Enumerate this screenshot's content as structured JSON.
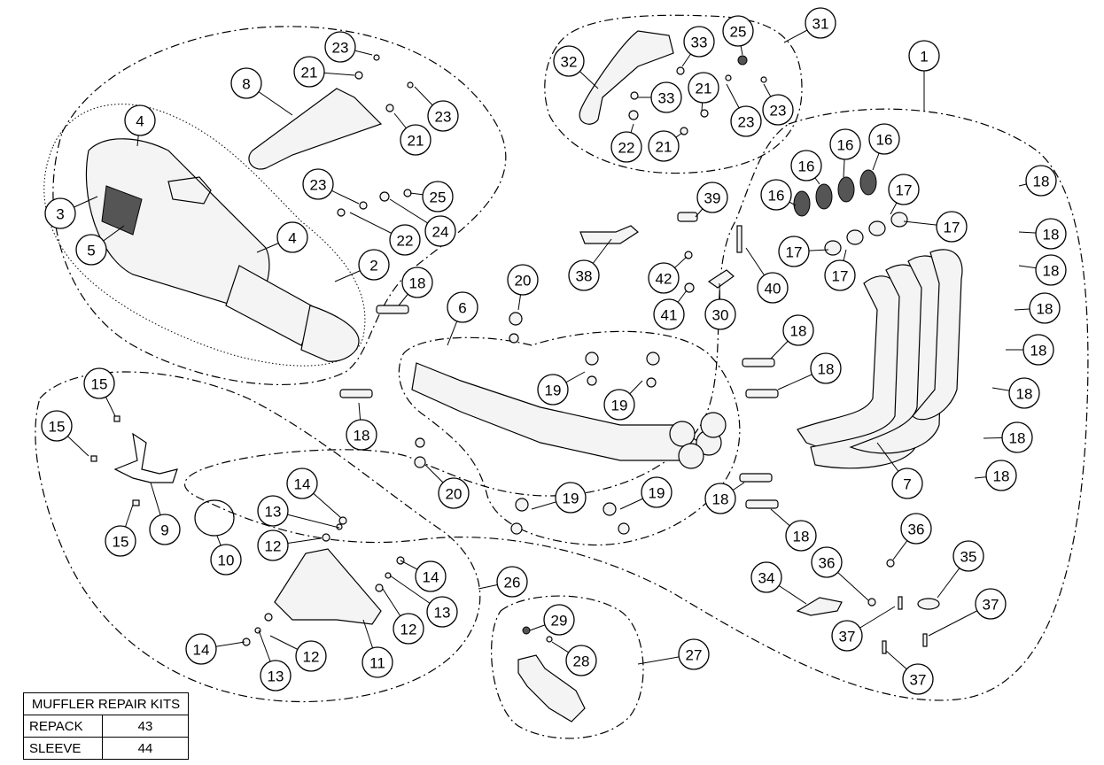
{
  "callouts": [
    {
      "label": "1"
    },
    {
      "label": "2"
    },
    {
      "label": "3"
    },
    {
      "label": "4"
    },
    {
      "label": "4"
    },
    {
      "label": "5"
    },
    {
      "label": "6"
    },
    {
      "label": "7"
    },
    {
      "label": "8"
    },
    {
      "label": "9"
    },
    {
      "label": "10"
    },
    {
      "label": "11"
    },
    {
      "label": "12"
    },
    {
      "label": "12"
    },
    {
      "label": "12"
    },
    {
      "label": "13"
    },
    {
      "label": "13"
    },
    {
      "label": "13"
    },
    {
      "label": "14"
    },
    {
      "label": "14"
    },
    {
      "label": "14"
    },
    {
      "label": "15"
    },
    {
      "label": "15"
    },
    {
      "label": "15"
    },
    {
      "label": "16"
    },
    {
      "label": "16"
    },
    {
      "label": "16"
    },
    {
      "label": "16"
    },
    {
      "label": "17"
    },
    {
      "label": "17"
    },
    {
      "label": "17"
    },
    {
      "label": "17"
    },
    {
      "label": "18"
    },
    {
      "label": "18"
    },
    {
      "label": "18"
    },
    {
      "label": "18"
    },
    {
      "label": "18"
    },
    {
      "label": "18"
    },
    {
      "label": "18"
    },
    {
      "label": "18"
    },
    {
      "label": "18"
    },
    {
      "label": "18"
    },
    {
      "label": "18"
    },
    {
      "label": "18"
    },
    {
      "label": "18"
    },
    {
      "label": "18"
    },
    {
      "label": "19"
    },
    {
      "label": "19"
    },
    {
      "label": "19"
    },
    {
      "label": "19"
    },
    {
      "label": "20"
    },
    {
      "label": "20"
    },
    {
      "label": "21"
    },
    {
      "label": "21"
    },
    {
      "label": "21"
    },
    {
      "label": "21"
    },
    {
      "label": "22"
    },
    {
      "label": "22"
    },
    {
      "label": "23"
    },
    {
      "label": "23"
    },
    {
      "label": "23"
    },
    {
      "label": "23"
    },
    {
      "label": "23"
    },
    {
      "label": "24"
    },
    {
      "label": "25"
    },
    {
      "label": "25"
    },
    {
      "label": "26"
    },
    {
      "label": "27"
    },
    {
      "label": "28"
    },
    {
      "label": "29"
    },
    {
      "label": "30"
    },
    {
      "label": "31"
    },
    {
      "label": "32"
    },
    {
      "label": "33"
    },
    {
      "label": "33"
    },
    {
      "label": "34"
    },
    {
      "label": "35"
    },
    {
      "label": "36"
    },
    {
      "label": "36"
    },
    {
      "label": "37"
    },
    {
      "label": "37"
    },
    {
      "label": "37"
    },
    {
      "label": "38"
    },
    {
      "label": "39"
    },
    {
      "label": "40"
    },
    {
      "label": "41"
    },
    {
      "label": "42"
    }
  ],
  "repair_kits": {
    "title": "MUFFLER REPAIR KITS",
    "rows": [
      {
        "name": "REPACK",
        "number": "43"
      },
      {
        "name": "SLEEVE",
        "number": "44"
      }
    ]
  }
}
